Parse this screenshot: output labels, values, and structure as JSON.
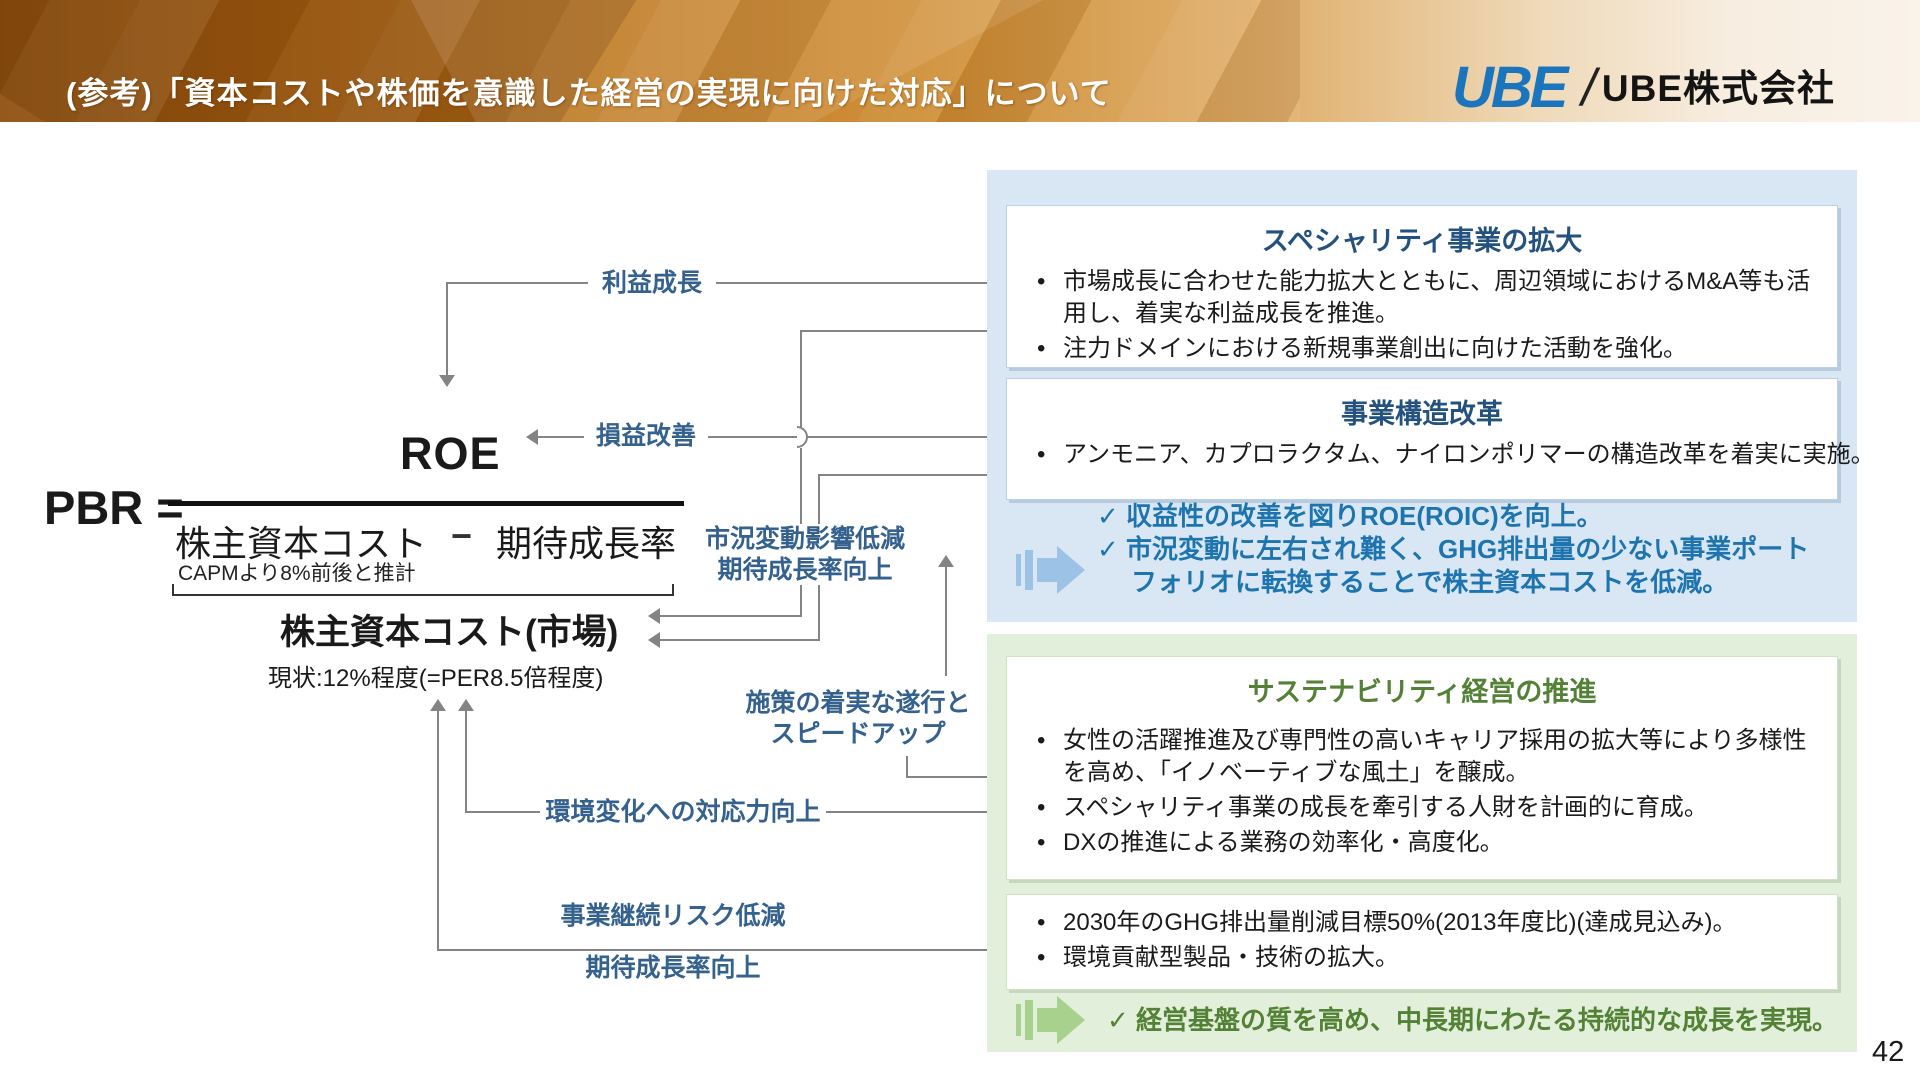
{
  "header": {
    "title": "(参考)「資本コストや株価を意識した経営の実現に向けた対応」について",
    "logo": {
      "mark": "UBE",
      "divider": "/",
      "company": "UBE株式会社"
    }
  },
  "formula": {
    "lhs": "PBR =",
    "numerator": "ROE",
    "denominator_left": "株主資本コスト",
    "minus": "−",
    "denominator_right": "期待成長率",
    "capm_note": "CAPMより8%前後と推計",
    "market_cost": "株主資本コスト(市場)",
    "market_note": "現状:12%程度(=PER8.5倍程度)"
  },
  "flow_labels": {
    "profit_growth": "利益成長",
    "pl_improvement": "損益改善",
    "market_impact_line1": "市況変動影響低減",
    "market_impact_line2": "期待成長率向上",
    "steady_exec_line1": "施策の着実な遂行と",
    "steady_exec_line2": "スピードアップ",
    "env_response": "環境変化への対応力向上",
    "biz_risk_line1": "事業継続リスク低減",
    "biz_risk_line2": "期待成長率向上"
  },
  "blue_panel": {
    "box1": {
      "title": "スペシャリティ事業の拡大",
      "bullet_marker": "•",
      "bullets": [
        "市場成長に合わせた能力拡大とともに、周辺領域におけるM&A等も活用し、着実な利益成長を推進。",
        "注力ドメインにおける新規事業創出に向けた活動を強化。"
      ]
    },
    "box2": {
      "title": "事業構造改革",
      "bullet_marker": "•",
      "bullets": [
        "アンモニア、カプロラクタム、ナイロンポリマーの構造改革を着実に実施。"
      ]
    },
    "conclusions": [
      "✓ 収益性の改善を図りROE(ROIC)を向上。",
      "✓ 市況変動に左右され難く、GHG排出量の少ない事業ポートフォリオに転換することで株主資本コストを低減。"
    ]
  },
  "green_panel": {
    "title": "サステナビリティ経営の推進",
    "bullet_marker": "•",
    "box1_bullets": [
      "女性の活躍推進及び専門性の高いキャリア採用の拡大等により多様性を高め、「イノベーティブな風土」を醸成。",
      "スペシャリティ事業の成長を牽引する人財を計画的に育成。",
      "DXの推進による業務の効率化・高度化。"
    ],
    "box2_bullets": [
      "2030年のGHG排出量削減目標50%(2013年度比)(達成見込み)。",
      "環境貢献型製品・技術の拡大。"
    ],
    "conclusion": "✓ 経営基盤の質を高め、中長期にわたる持続的な成長を実現。"
  },
  "page_number": "42",
  "colors": {
    "logo-blue": "#1b75bc",
    "label-blue": "#35618f",
    "heading-blue": "#24527e",
    "check-blue": "#1e74ae",
    "green": "#538135",
    "panel-blue": "#d9e7f5",
    "panel-green": "#e2efda",
    "box-border-blue": "#b8d2ea",
    "arrow-gray": "#848484",
    "block-arrow-blue": "#9cc3e5",
    "block-arrow-green": "#a9d18e"
  }
}
